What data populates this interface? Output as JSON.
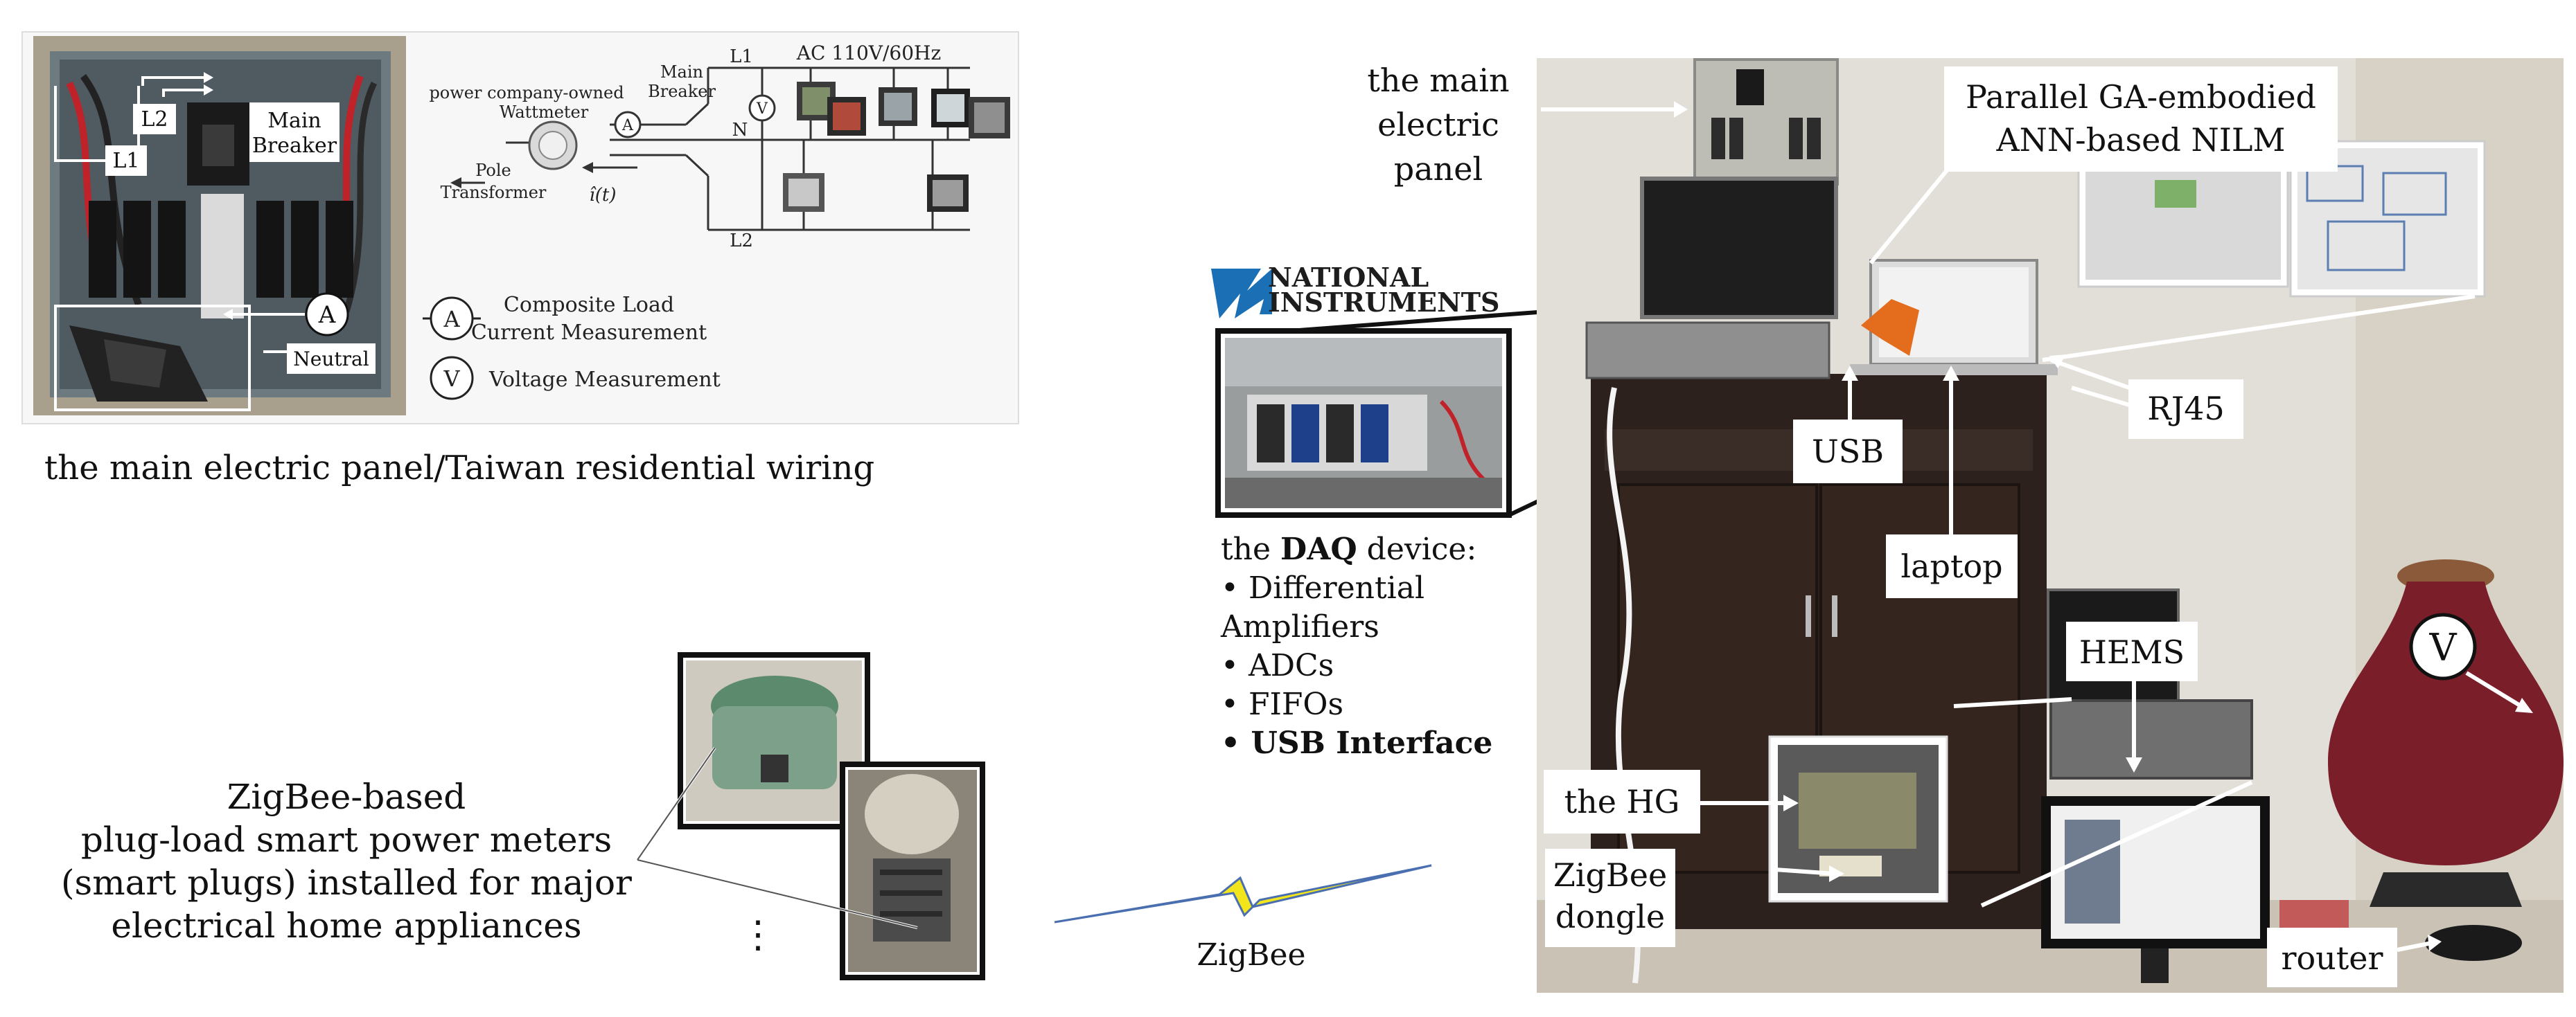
{
  "panel_photo": {
    "label_l1": "L1",
    "label_l2": "L2",
    "label_main_breaker_1": "Main",
    "label_main_breaker_2": "Breaker",
    "label_neutral": "Neutral",
    "meter_symbol": "A"
  },
  "wiring": {
    "power_company_1": "power company-owned",
    "power_company_2": "Wattmeter",
    "pole_1": "Pole",
    "pole_2": "Transformer",
    "main_breaker_1": "Main",
    "main_breaker_2": "Breaker",
    "l1": "L1",
    "l2": "L2",
    "n": "N",
    "ac": "AC 110V/60Hz",
    "it": "î(t)",
    "v_symbol": "V",
    "a_symbol": "A"
  },
  "legend": {
    "a_symbol": "A",
    "a_line1": "Composite Load",
    "a_line2": "Current Measurement",
    "v_symbol": "V",
    "v_line1": "Voltage Measurement"
  },
  "caption_top": "the main electric panel/Taiwan residential wiring",
  "ni_logo": {
    "line1": "NATIONAL",
    "line2": "INSTRUMENTS"
  },
  "daq": {
    "title_prefix": "the ",
    "title_bold": "DAQ",
    "title_suffix": " device:",
    "items": [
      "• Differential",
      "Amplifiers",
      "• ADCs",
      "• FIFOs"
    ],
    "item_bold": "• USB Interface"
  },
  "zigbee_text": {
    "line1": "ZigBee-based",
    "line2": "plug-load smart power meters",
    "line3": "(smart plugs) installed for major",
    "line4": "electrical home appliances",
    "ellipsis": "⋮",
    "link_label": "ZigBee"
  },
  "photo_labels": {
    "main_panel_1": "the main",
    "main_panel_2": "electric",
    "main_panel_3": "panel",
    "nilm_1": "Parallel GA-embodied",
    "nilm_2": "ANN-based NILM",
    "usb": "USB",
    "rj45": "RJ45",
    "laptop": "laptop",
    "hems": "HEMS",
    "hg": "the HG",
    "dongle_1": "ZigBee",
    "dongle_2": "dongle",
    "router": "router",
    "v_symbol": "V"
  },
  "colors": {
    "background": "#ffffff",
    "ni_blue": "#1a6fb5",
    "zigbee_bolt": "#f2e51c",
    "zigbee_line": "#4a6fb0",
    "wall": "#e2ded8",
    "cabinet": "#2c211d",
    "vase": "#7a1f2a"
  }
}
